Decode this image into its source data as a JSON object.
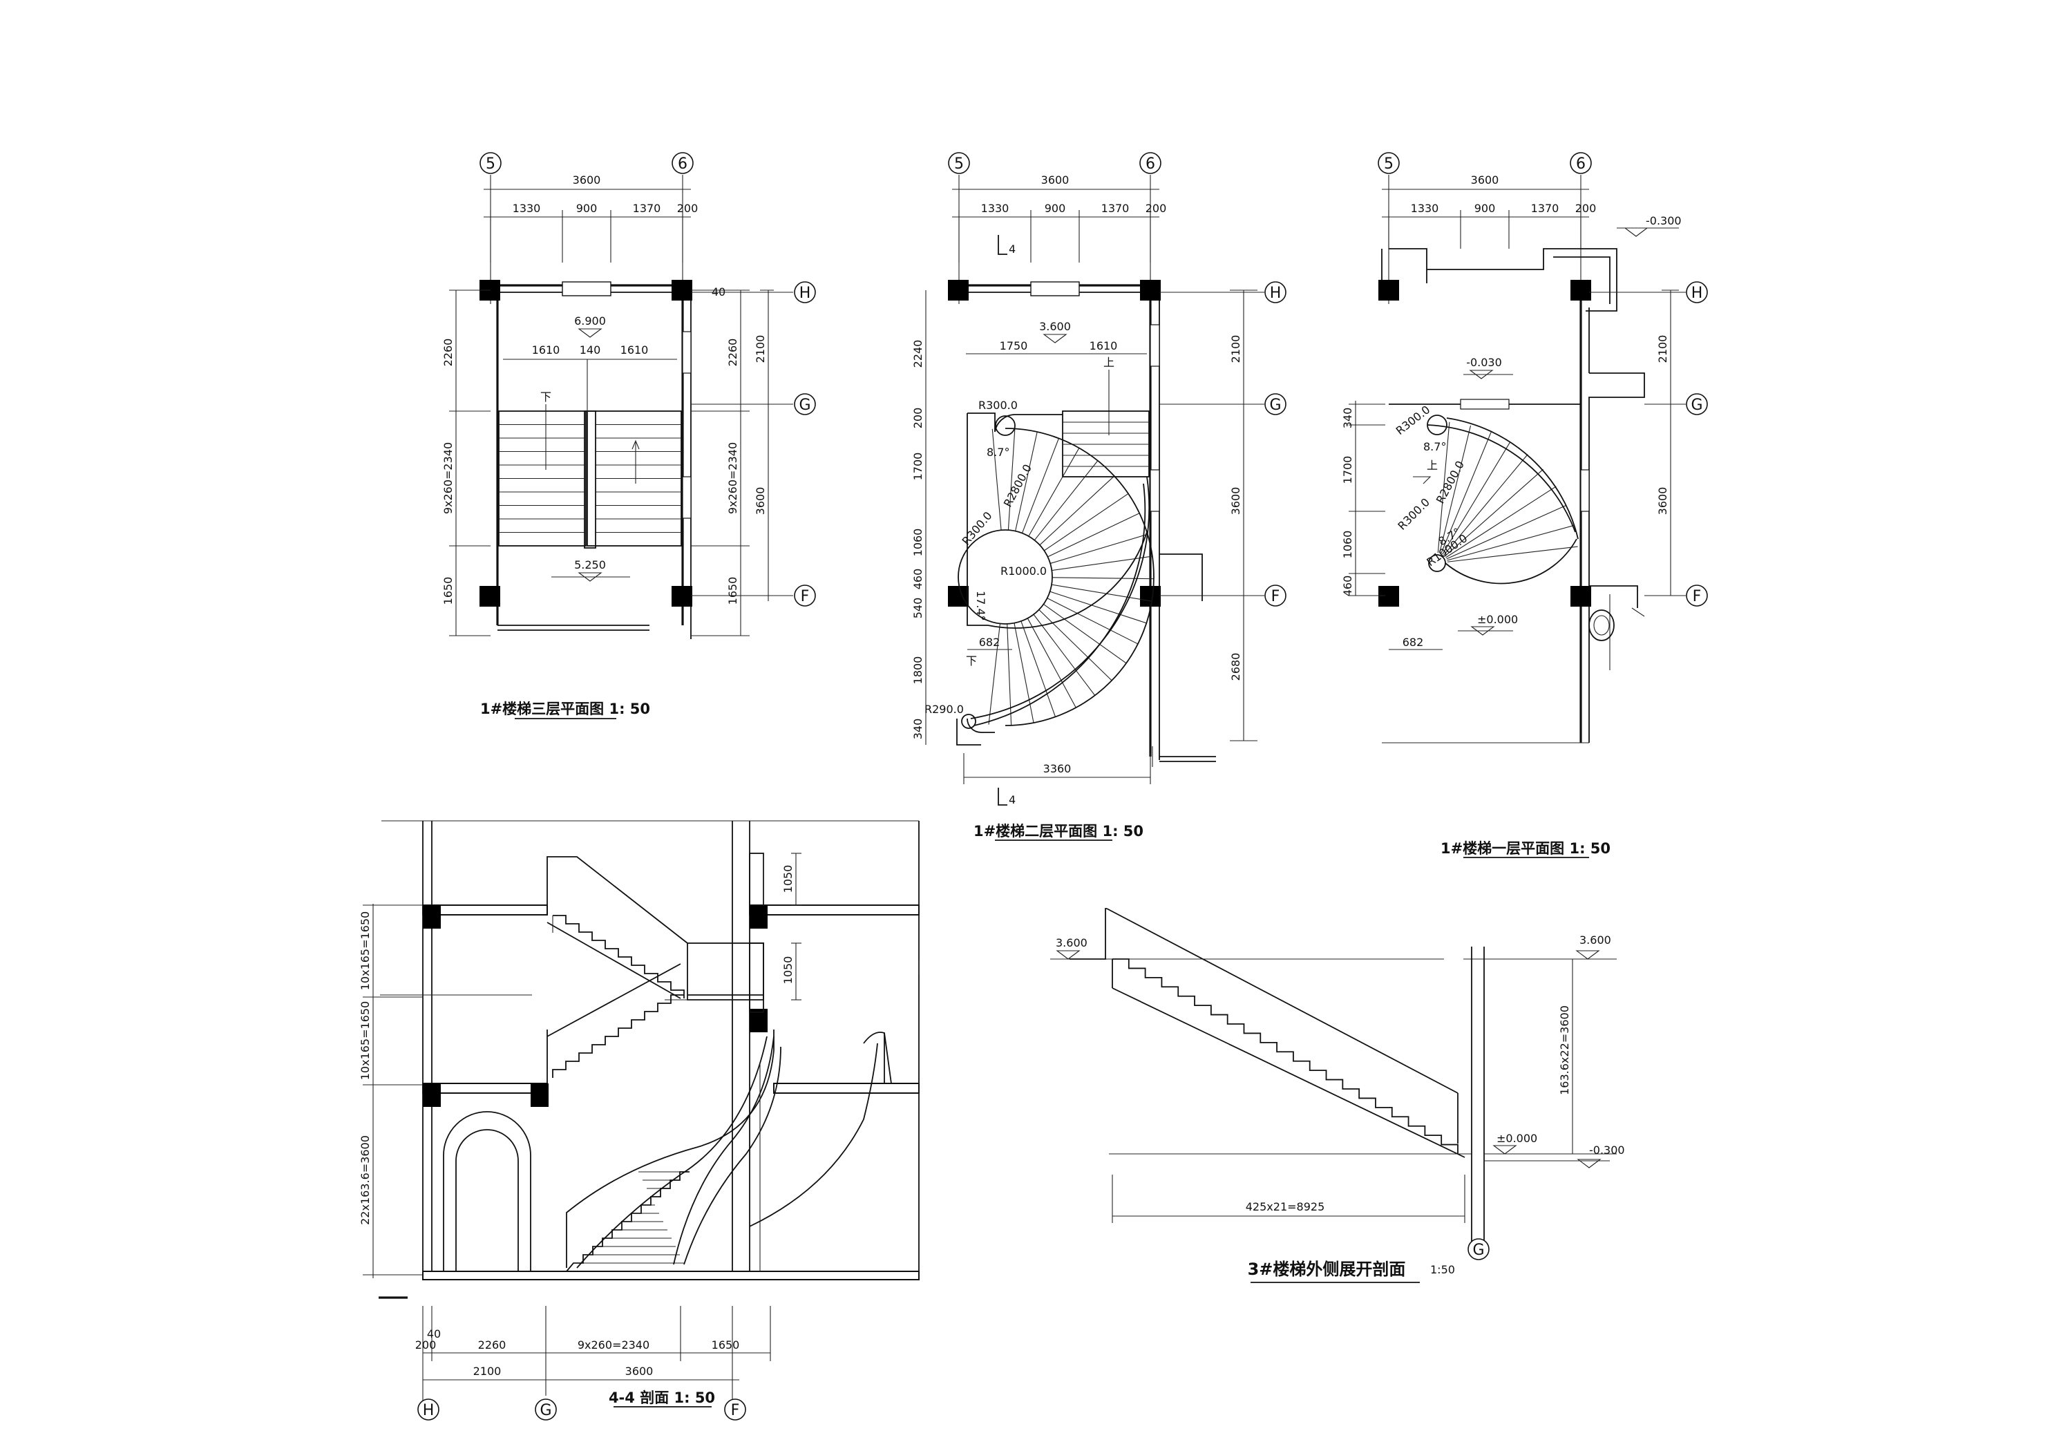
{
  "colors": {
    "line": "#111111",
    "background": "#ffffff"
  },
  "titles": {
    "plan3": "1#楼梯三层平面图  1: 50",
    "plan2": "1#楼梯二层平面图  1: 50",
    "plan1": "1#楼梯一层平面图  1: 50",
    "section44": "4-4 剖面   1: 50",
    "section3": "3#楼梯外侧展开剖面",
    "section3_scale": "1:50"
  },
  "axes": {
    "a5": "5",
    "a6": "6",
    "H": "H",
    "G": "G",
    "F": "F"
  },
  "plan3": {
    "top_total": "3600",
    "top_segments": [
      "1330",
      "900",
      "1370",
      "200"
    ],
    "elev_top": "6.900",
    "elev_bottom": "5.250",
    "flight_dims": [
      "1610",
      "140",
      "1610"
    ],
    "right_small": "40",
    "left_dims": [
      "2260",
      "9x260=2340",
      "1650"
    ],
    "right_dims": [
      "2260",
      "9x260=2340",
      "1650"
    ],
    "right_outer": [
      "2100",
      "3600"
    ],
    "dn": "下"
  },
  "plan2": {
    "top_total": "3600",
    "top_segments": [
      "1330",
      "900",
      "1370",
      "200"
    ],
    "section_mark": "4",
    "elev": "3.600",
    "landing_dims": [
      "1750",
      "1610"
    ],
    "radii": [
      "R300.0",
      "R2800.0",
      "R1000.0",
      "R290.0"
    ],
    "angles": [
      "8.7°",
      "17.4°"
    ],
    "left_dims": [
      "2240",
      "200",
      "1700",
      "1060",
      "540",
      "460",
      "1800",
      "340"
    ],
    "right_dims": [
      "2100",
      "3600",
      "2680"
    ],
    "w682": "682",
    "bottom_total": "3360",
    "dn": "下",
    "up": "上"
  },
  "plan1": {
    "top_total": "3600",
    "top_segments": [
      "1330",
      "900",
      "1370",
      "200"
    ],
    "elev_outside": "-0.300",
    "elev_mid": "-0.030",
    "elev_floor": "±0.000",
    "radii": [
      "R300.0",
      "R2800.0",
      "R300.0",
      "R1000.0"
    ],
    "angles": [
      "8.7°",
      "8.7°"
    ],
    "left_dims": [
      "340",
      "1700",
      "1060",
      "460"
    ],
    "right_dims": [
      "2100",
      "3600"
    ],
    "w682": "682",
    "up": "上"
  },
  "section44": {
    "left_dims": [
      "10x165=1650",
      "10x165=1650",
      "22x163.6=3600"
    ],
    "right_dims": [
      "1050",
      "1050"
    ],
    "bottom_row1": [
      "40",
      "200",
      "2260",
      "9x260=2340",
      "1650"
    ],
    "bottom_row2": [
      "2100",
      "3600"
    ]
  },
  "section3": {
    "elev_top_left": "3.600",
    "elev_top_right": "3.600",
    "elev_ground": "±0.000",
    "elev_outside": "-0.300",
    "vertical_dim": "163.6x22=3600",
    "horizontal_dim": "425x21=8925"
  }
}
